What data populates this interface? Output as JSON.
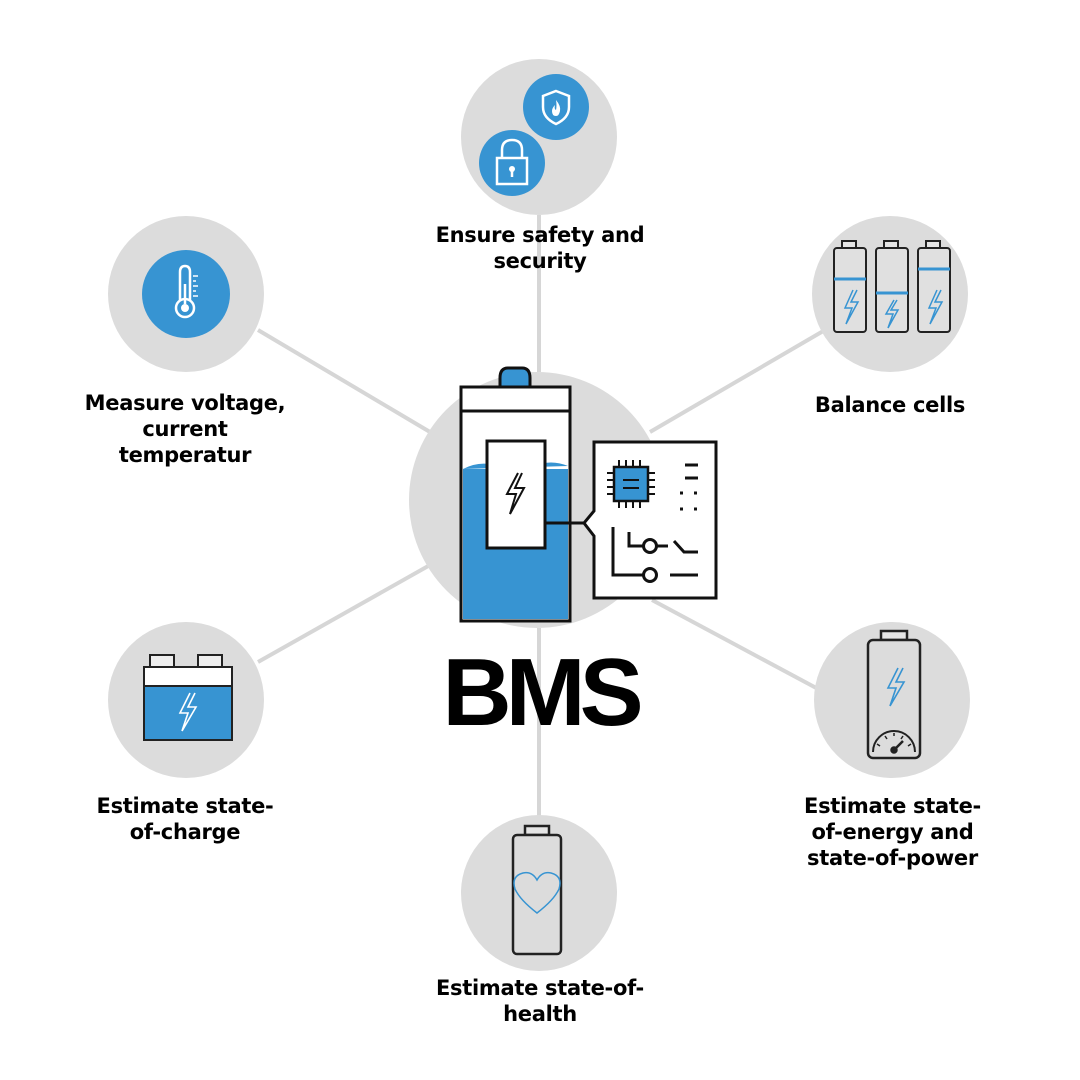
{
  "title": "BMS",
  "colors": {
    "accent": "#3794d2",
    "node_bg": "#dcdcdc",
    "line": "#d6d6d6",
    "ink": "#111111"
  },
  "nodes": [
    {
      "id": "safety",
      "label": "Ensure safety and\nsecurity",
      "icons": [
        "shield-flame-icon",
        "padlock-icon"
      ]
    },
    {
      "id": "measure",
      "label": "Measure voltage,\ncurrent\ntemperatur",
      "icons": [
        "thermometer-icon"
      ]
    },
    {
      "id": "balance",
      "label": "Balance cells",
      "icons": [
        "battery-cells-icon"
      ]
    },
    {
      "id": "soc",
      "label": "Estimate state-\nof-charge",
      "icons": [
        "car-battery-icon"
      ]
    },
    {
      "id": "soe",
      "label": "Estimate state-\nof-energy and\nstate-of-power",
      "icons": [
        "battery-gauge-icon"
      ]
    },
    {
      "id": "soh",
      "label": "Estimate state-of-\nhealth",
      "icons": [
        "battery-heart-icon"
      ]
    }
  ]
}
